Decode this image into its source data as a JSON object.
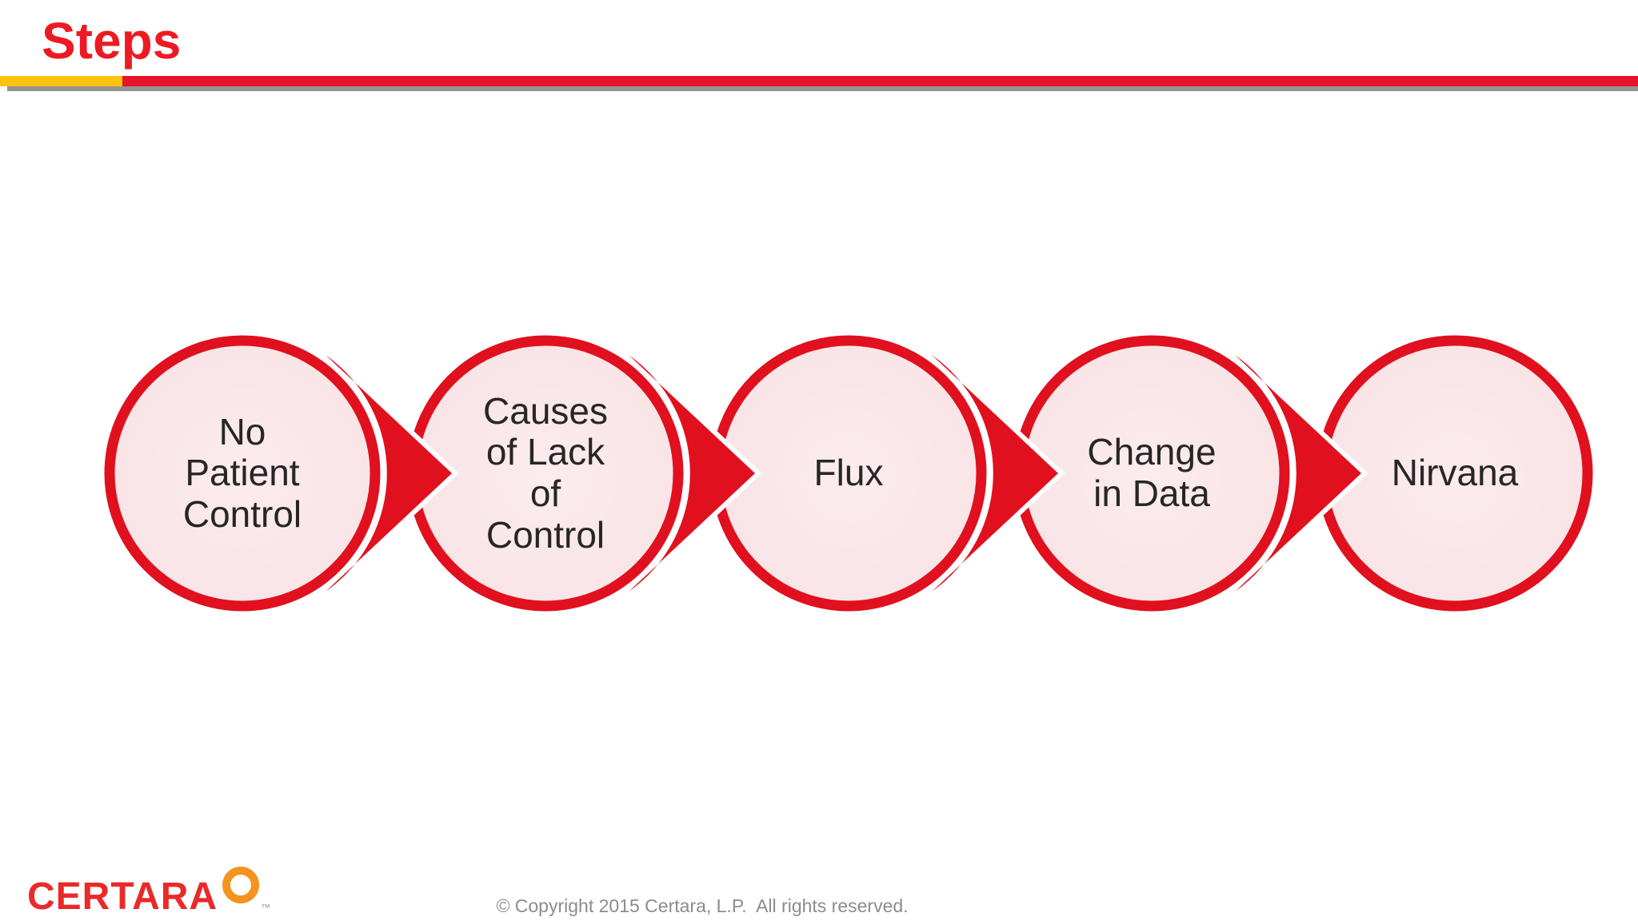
{
  "header": {
    "title": "Steps",
    "title_color": "#EC1B23",
    "accent_bar": {
      "yellow": "#FFC20E",
      "red": "#E8122A"
    }
  },
  "diagram": {
    "type": "process-flow",
    "steps": [
      {
        "label": "No\nPatient\nControl"
      },
      {
        "label": "Causes\nof Lack\nof\nControl"
      },
      {
        "label": "Flux"
      },
      {
        "label": "Change\nin Data"
      },
      {
        "label": "Nirvana"
      }
    ],
    "shape_red": "#E0101E",
    "circle_fill_center": "#FCECED",
    "circle_fill_edge": "#F5DDE0",
    "text_color": "#262626",
    "connector": "right-arrowhead"
  },
  "footer": {
    "logo_text": "CERTARA",
    "trademark": "™",
    "logo_red": "#E92A28",
    "ring_orange": "#F5931E",
    "copyright": "© Copyright 2015 Certara, L.P.  All rights reserved.",
    "copyright_color": "#8C8C8C"
  }
}
